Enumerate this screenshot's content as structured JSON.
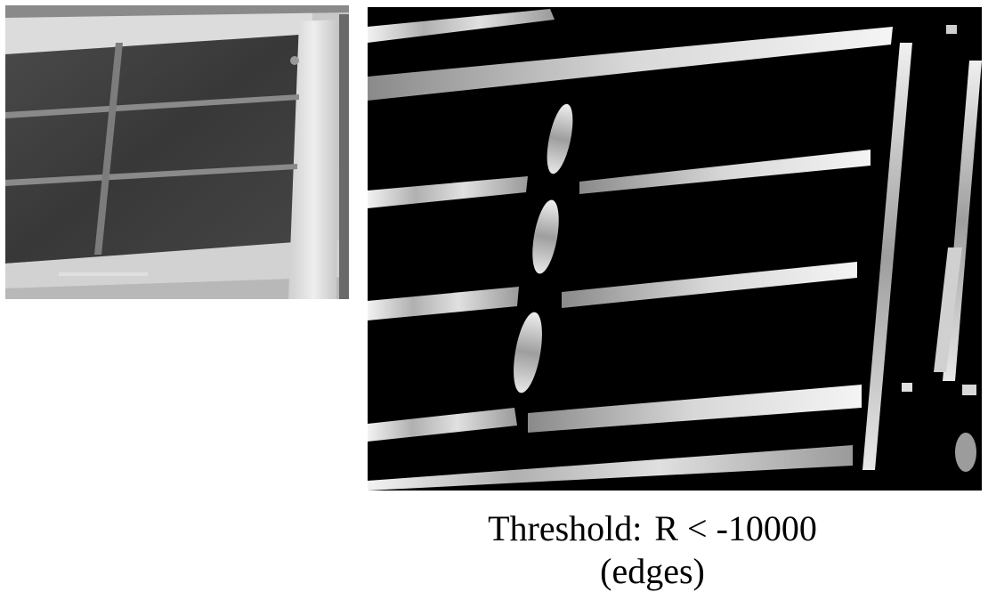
{
  "figure": {
    "left_panel": {
      "description": "grayscale photo of building window with mullions",
      "colors": {
        "glass": "#3c3c3c",
        "frame": "#d8d8d8",
        "mullion": "#7a7a7a"
      }
    },
    "right_panel": {
      "description": "edge response map (thresholded), black background with gray/white edge strokes",
      "colors": {
        "background": "#000000",
        "edge_light": "#f2f2f2",
        "edge_mid": "#a8a8a8",
        "edge_dark": "#6a6a6a"
      }
    },
    "caption": {
      "line1_label": "Threshold:",
      "line1_expr": "R < -10000",
      "line2": "(edges)"
    }
  }
}
